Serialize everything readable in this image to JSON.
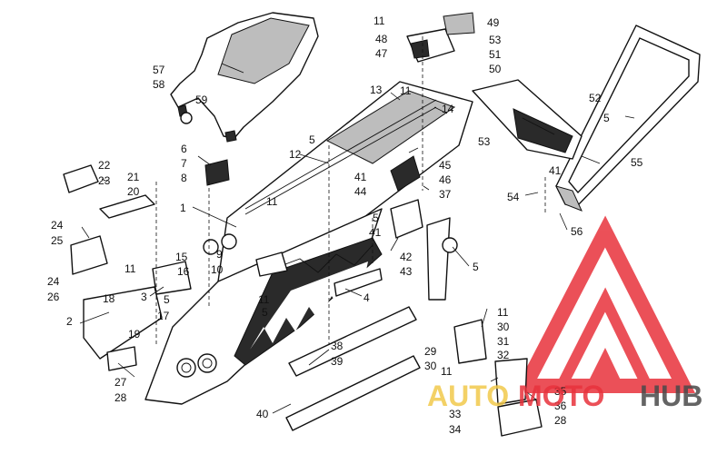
{
  "labels": {
    "p1": "1",
    "p2": "2",
    "p3": "3",
    "p4": "4",
    "p5a": "5",
    "p5b": "5",
    "p5c": "5",
    "p5d": "5",
    "p5e": "5",
    "p5f": "5",
    "p6": "6",
    "p7": "7",
    "p8": "8",
    "p9": "9",
    "p10": "10",
    "p11a": "11",
    "p11b": "11",
    "p11c": "11",
    "p11d": "11",
    "p11e": "11",
    "p11f": "11",
    "p11g": "11",
    "p12": "12",
    "p13": "13",
    "p14": "14",
    "p15": "15",
    "p16": "16",
    "p17": "17",
    "p18": "18",
    "p19": "19",
    "p20": "20",
    "p21": "21",
    "p22": "22",
    "p23": "23",
    "p24a": "24",
    "p24b": "24",
    "p25": "25",
    "p26": "26",
    "p27": "27",
    "p28a": "28",
    "p28b": "28",
    "p29": "29",
    "p30a": "30",
    "p30b": "30",
    "p31": "31",
    "p32": "32",
    "p33": "33",
    "p34": "34",
    "p35": "35",
    "p36": "36",
    "p37": "37",
    "p38": "38",
    "p39": "39",
    "p40": "40",
    "p41a": "41",
    "p41b": "41",
    "p41c": "41",
    "p42": "42",
    "p43": "43",
    "p44": "44",
    "p45": "45",
    "p46": "46",
    "p47": "47",
    "p48": "48",
    "p49": "49",
    "p50": "50",
    "p51": "51",
    "p52": "52",
    "p53a": "53",
    "p53b": "53",
    "p54": "54",
    "p55": "55",
    "p56": "56",
    "p57": "57",
    "p58": "58",
    "p59": "59"
  },
  "watermark": {
    "text_auto": "AUTO",
    "text_moto": "MOTO",
    "text_hub": "HUB",
    "logo_color": "#e8323c",
    "auto_color": "#f2c94c",
    "hub_color": "#4a4a4a"
  }
}
